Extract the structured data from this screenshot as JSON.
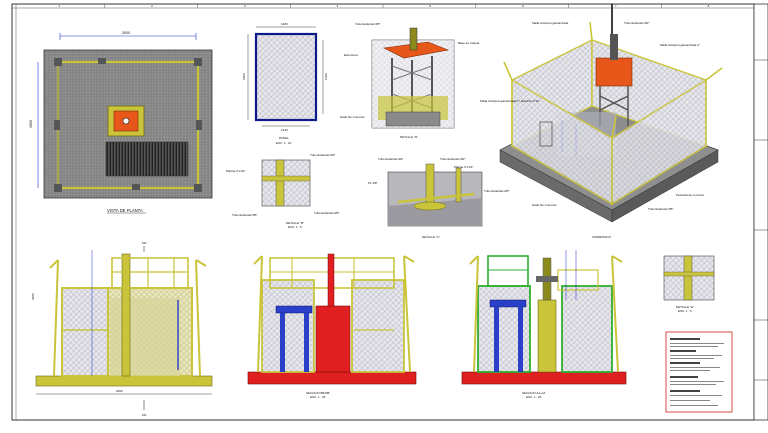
{
  "title_block": {
    "lines": [
      "",
      "",
      "",
      ""
    ]
  },
  "views": {
    "planta": {
      "title": "VISTA DE PLANTA",
      "dim_top": "3000",
      "dim_side": "3000"
    },
    "panel": {
      "title": "PANEL",
      "scale": "ESC: 1 : 10",
      "dim_top": "1280",
      "dim_side": "1800",
      "dim_side2": "1200",
      "dim_bottom": "1240"
    },
    "detalle_d": {
      "title": "DETALLE \"D\"",
      "labels": [
        "Tubo Estándar Ø5\"",
        "Base de Caseta",
        "Estructura",
        "Dado De Concreto"
      ]
    },
    "isometrico": {
      "title": "ISOMETRICO",
      "labels": [
        "Malla ciclópica galvanizada",
        "Tubo Estándar Ø2\"",
        "Malla ciclópica galvanizada 2\"",
        "Malla ciclópica galvanizada 2\" alambre N°10",
        "Dado De Concreto",
        "Pedestal de concreto",
        "Tubo Estándar Ø5\""
      ]
    },
    "detalle_b": {
      "title": "DETALLE \"B\"",
      "scale": "ESC: 1 : 5",
      "labels": [
        "Tubo Estándar Ø2\"",
        "Platina 3\"x1/4\"",
        "Tubo Estándar Ø5\"",
        "Tubo Estándar Ø5\""
      ]
    },
    "detalle_c": {
      "title": "DETALLE \"C\"",
      "labels": [
        "Tubo Estándar Ø2\"",
        "Tubo Estándar Ø2\"",
        "Platina 3\"x1/4\"",
        "Tubo Estándar Ø5\"",
        "PL 3/8\""
      ]
    },
    "elev1": {
      "dim_top": "MC",
      "dim_bottom": "3000",
      "mark_bottom": "MC",
      "side_label": "3000"
    },
    "seccion_b": {
      "title": "SECCION BB-BB",
      "scale": "ESC: 1 : 25"
    },
    "seccion_a": {
      "title": "SECCION AA-AA",
      "scale": "ESC: 1 : 25"
    },
    "detalle_e": {
      "title": "DETALLE \"E\"",
      "scale": "ESC: 1 : 5"
    }
  },
  "colors": {
    "post": "#c9c43a",
    "post_dark": "#8c8a1c",
    "mesh": "#cfcfd6",
    "orange": "#e8571a",
    "red": "#e02020",
    "blue": "#2a40c8",
    "green": "#2fae2f",
    "concrete": "#7e7e7e",
    "dim": "#2233cc"
  },
  "grid_numbers": [
    "1",
    "2",
    "3",
    "4",
    "5",
    "6",
    "7",
    "8"
  ]
}
